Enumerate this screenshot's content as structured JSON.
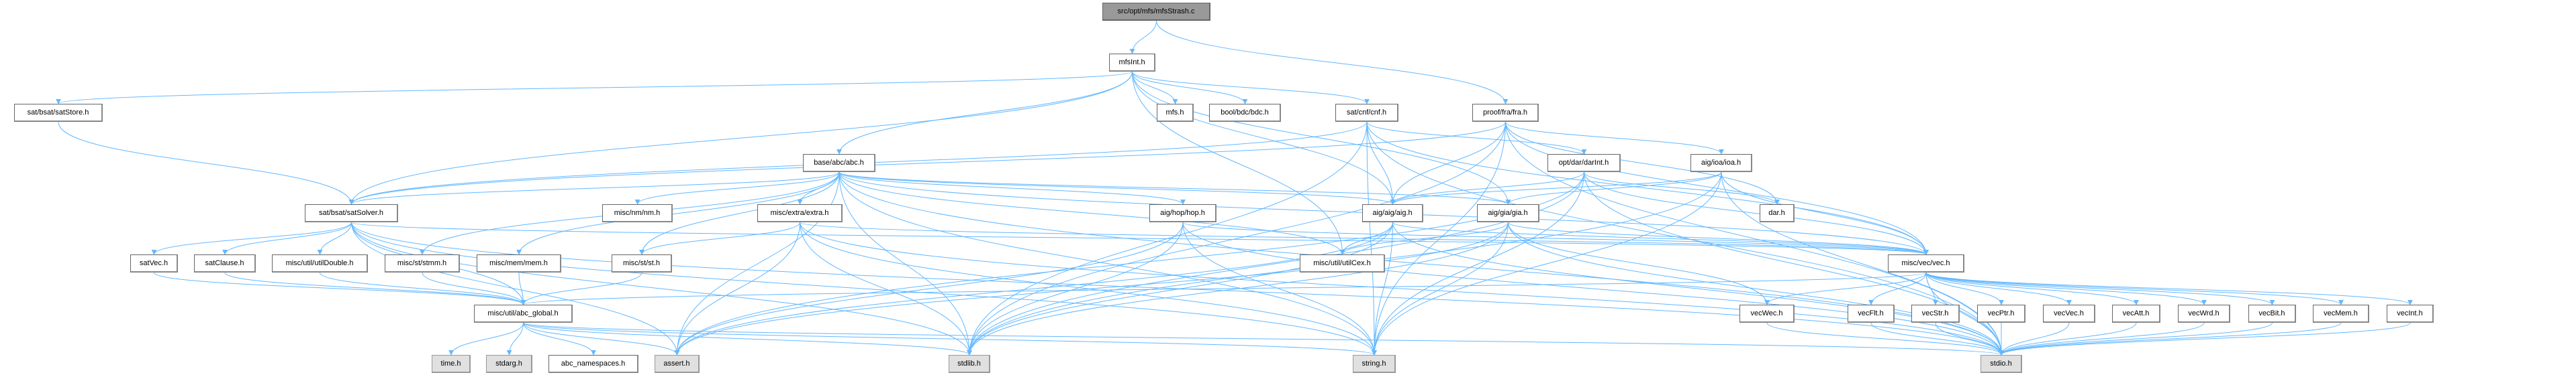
{
  "graph": {
    "edge_color": "#63b8ff",
    "nodes": [
      {
        "id": "mfsStrash",
        "label": "src/opt/mfs/mfsStrash.c",
        "kind": "root"
      },
      {
        "id": "mfsInt",
        "label": "mfsInt.h",
        "kind": "file"
      },
      {
        "id": "satStore",
        "label": "sat/bsat/satStore.h",
        "kind": "file"
      },
      {
        "id": "mfs",
        "label": "mfs.h",
        "kind": "file"
      },
      {
        "id": "bdc",
        "label": "bool/bdc/bdc.h",
        "kind": "file"
      },
      {
        "id": "cnf",
        "label": "sat/cnf/cnf.h",
        "kind": "file"
      },
      {
        "id": "fra",
        "label": "proof/fra/fra.h",
        "kind": "file"
      },
      {
        "id": "abc",
        "label": "base/abc/abc.h",
        "kind": "file"
      },
      {
        "id": "darInt",
        "label": "opt/dar/darInt.h",
        "kind": "file"
      },
      {
        "id": "ioa",
        "label": "aig/ioa/ioa.h",
        "kind": "file"
      },
      {
        "id": "satSolver",
        "label": "sat/bsat/satSolver.h",
        "kind": "file"
      },
      {
        "id": "nm",
        "label": "misc/nm/nm.h",
        "kind": "file"
      },
      {
        "id": "extra",
        "label": "misc/extra/extra.h",
        "kind": "file"
      },
      {
        "id": "hop",
        "label": "aig/hop/hop.h",
        "kind": "file"
      },
      {
        "id": "aig",
        "label": "aig/aig/aig.h",
        "kind": "file"
      },
      {
        "id": "gia",
        "label": "aig/gia/gia.h",
        "kind": "file"
      },
      {
        "id": "dar",
        "label": "dar.h",
        "kind": "file"
      },
      {
        "id": "satVec",
        "label": "satVec.h",
        "kind": "file"
      },
      {
        "id": "satClause",
        "label": "satClause.h",
        "kind": "file"
      },
      {
        "id": "utilDouble",
        "label": "misc/util/utilDouble.h",
        "kind": "file"
      },
      {
        "id": "stmm",
        "label": "misc/st/stmm.h",
        "kind": "file"
      },
      {
        "id": "mem",
        "label": "misc/mem/mem.h",
        "kind": "file"
      },
      {
        "id": "st",
        "label": "misc/st/st.h",
        "kind": "file"
      },
      {
        "id": "utilCex",
        "label": "misc/util/utilCex.h",
        "kind": "file"
      },
      {
        "id": "vec",
        "label": "misc/vec/vec.h",
        "kind": "file"
      },
      {
        "id": "abc_global",
        "label": "misc/util/abc_global.h",
        "kind": "file"
      },
      {
        "id": "vecWec",
        "label": "vecWec.h",
        "kind": "file"
      },
      {
        "id": "vecFlt",
        "label": "vecFlt.h",
        "kind": "file"
      },
      {
        "id": "vecStr",
        "label": "vecStr.h",
        "kind": "file"
      },
      {
        "id": "vecPtr",
        "label": "vecPtr.h",
        "kind": "file"
      },
      {
        "id": "vecVec",
        "label": "vecVec.h",
        "kind": "file"
      },
      {
        "id": "vecAtt",
        "label": "vecAtt.h",
        "kind": "file"
      },
      {
        "id": "vecWrd",
        "label": "vecWrd.h",
        "kind": "file"
      },
      {
        "id": "vecBit",
        "label": "vecBit.h",
        "kind": "file"
      },
      {
        "id": "vecMem",
        "label": "vecMem.h",
        "kind": "file"
      },
      {
        "id": "vecInt",
        "label": "vecInt.h",
        "kind": "file"
      },
      {
        "id": "time",
        "label": "time.h",
        "kind": "sys"
      },
      {
        "id": "stdarg",
        "label": "stdarg.h",
        "kind": "sys"
      },
      {
        "id": "abc_namespaces",
        "label": "abc_namespaces.h",
        "kind": "file"
      },
      {
        "id": "assert",
        "label": "assert.h",
        "kind": "sys"
      },
      {
        "id": "stdlib",
        "label": "stdlib.h",
        "kind": "sys"
      },
      {
        "id": "string",
        "label": "string.h",
        "kind": "sys"
      },
      {
        "id": "stdio",
        "label": "stdio.h",
        "kind": "sys"
      }
    ],
    "edges": [
      [
        "mfsStrash",
        "mfsInt"
      ],
      [
        "mfsStrash",
        "fra"
      ],
      [
        "mfsInt",
        "satStore"
      ],
      [
        "mfsInt",
        "satSolver"
      ],
      [
        "mfsInt",
        "abc"
      ],
      [
        "mfsInt",
        "mfs"
      ],
      [
        "mfsInt",
        "bdc"
      ],
      [
        "mfsInt",
        "cnf"
      ],
      [
        "mfsInt",
        "aig"
      ],
      [
        "mfsInt",
        "gia"
      ],
      [
        "mfsInt",
        "utilCex"
      ],
      [
        "satStore",
        "satSolver"
      ],
      [
        "cnf",
        "aig"
      ],
      [
        "cnf",
        "darInt"
      ],
      [
        "cnf",
        "vec"
      ],
      [
        "cnf",
        "satSolver"
      ],
      [
        "cnf",
        "stdio"
      ],
      [
        "cnf",
        "stdlib"
      ],
      [
        "cnf",
        "string"
      ],
      [
        "fra",
        "aig"
      ],
      [
        "fra",
        "ioa"
      ],
      [
        "fra",
        "dar"
      ],
      [
        "fra",
        "vec"
      ],
      [
        "fra",
        "satSolver"
      ],
      [
        "fra",
        "stdio"
      ],
      [
        "fra",
        "stdlib"
      ],
      [
        "fra",
        "string"
      ],
      [
        "abc",
        "satSolver"
      ],
      [
        "abc",
        "nm"
      ],
      [
        "abc",
        "extra"
      ],
      [
        "abc",
        "stmm"
      ],
      [
        "abc",
        "mem"
      ],
      [
        "abc",
        "st"
      ],
      [
        "abc",
        "hop"
      ],
      [
        "abc",
        "aig"
      ],
      [
        "abc",
        "gia"
      ],
      [
        "abc",
        "vec"
      ],
      [
        "abc",
        "utilCex"
      ],
      [
        "abc",
        "stdio"
      ],
      [
        "abc",
        "stdlib"
      ],
      [
        "abc",
        "string"
      ],
      [
        "abc",
        "assert"
      ],
      [
        "darInt",
        "aig"
      ],
      [
        "darInt",
        "dar"
      ],
      [
        "darInt",
        "vec"
      ],
      [
        "darInt",
        "stdio"
      ],
      [
        "darInt",
        "stdlib"
      ],
      [
        "darInt",
        "string"
      ],
      [
        "darInt",
        "assert"
      ],
      [
        "ioa",
        "aig"
      ],
      [
        "ioa",
        "gia"
      ],
      [
        "ioa",
        "vec"
      ],
      [
        "ioa",
        "stdio"
      ],
      [
        "ioa",
        "stdlib"
      ],
      [
        "ioa",
        "string"
      ],
      [
        "satSolver",
        "satVec"
      ],
      [
        "satSolver",
        "satClause"
      ],
      [
        "satSolver",
        "utilDouble"
      ],
      [
        "satSolver",
        "abc_global"
      ],
      [
        "satSolver",
        "vec"
      ],
      [
        "satSolver",
        "stdio"
      ],
      [
        "satSolver",
        "stdlib"
      ],
      [
        "satSolver",
        "string"
      ],
      [
        "satSolver",
        "assert"
      ],
      [
        "extra",
        "st"
      ],
      [
        "extra",
        "vec"
      ],
      [
        "extra",
        "stdio"
      ],
      [
        "extra",
        "stdlib"
      ],
      [
        "extra",
        "string"
      ],
      [
        "extra",
        "assert"
      ],
      [
        "hop",
        "vec"
      ],
      [
        "hop",
        "stdio"
      ],
      [
        "hop",
        "stdlib"
      ],
      [
        "hop",
        "string"
      ],
      [
        "hop",
        "assert"
      ],
      [
        "aig",
        "utilCex"
      ],
      [
        "aig",
        "vec"
      ],
      [
        "aig",
        "stdio"
      ],
      [
        "aig",
        "stdlib"
      ],
      [
        "aig",
        "string"
      ],
      [
        "aig",
        "assert"
      ],
      [
        "gia",
        "utilCex"
      ],
      [
        "gia",
        "vec"
      ],
      [
        "gia",
        "vecWec"
      ],
      [
        "gia",
        "stdio"
      ],
      [
        "gia",
        "stdlib"
      ],
      [
        "gia",
        "string"
      ],
      [
        "gia",
        "assert"
      ],
      [
        "satVec",
        "abc_global"
      ],
      [
        "satClause",
        "abc_global"
      ],
      [
        "utilDouble",
        "abc_global"
      ],
      [
        "stmm",
        "abc_global"
      ],
      [
        "mem",
        "abc_global"
      ],
      [
        "st",
        "abc_global"
      ],
      [
        "vec",
        "abc_global"
      ],
      [
        "vec",
        "vecWec"
      ],
      [
        "vec",
        "vecFlt"
      ],
      [
        "vec",
        "vecStr"
      ],
      [
        "vec",
        "vecPtr"
      ],
      [
        "vec",
        "vecVec"
      ],
      [
        "vec",
        "vecAtt"
      ],
      [
        "vec",
        "vecWrd"
      ],
      [
        "vec",
        "vecBit"
      ],
      [
        "vec",
        "vecMem"
      ],
      [
        "vec",
        "vecInt"
      ],
      [
        "vec",
        "stdio"
      ],
      [
        "vecWec",
        "stdio"
      ],
      [
        "vecFlt",
        "stdio"
      ],
      [
        "vecStr",
        "stdio"
      ],
      [
        "vecPtr",
        "stdio"
      ],
      [
        "vecVec",
        "stdio"
      ],
      [
        "vecAtt",
        "stdio"
      ],
      [
        "vecWrd",
        "stdio"
      ],
      [
        "vecBit",
        "stdio"
      ],
      [
        "vecMem",
        "stdio"
      ],
      [
        "vecInt",
        "stdio"
      ],
      [
        "abc_global",
        "time"
      ],
      [
        "abc_global",
        "stdarg"
      ],
      [
        "abc_global",
        "abc_namespaces"
      ],
      [
        "abc_global",
        "assert"
      ],
      [
        "abc_global",
        "stdio"
      ],
      [
        "abc_global",
        "stdlib"
      ],
      [
        "abc_global",
        "string"
      ]
    ]
  }
}
